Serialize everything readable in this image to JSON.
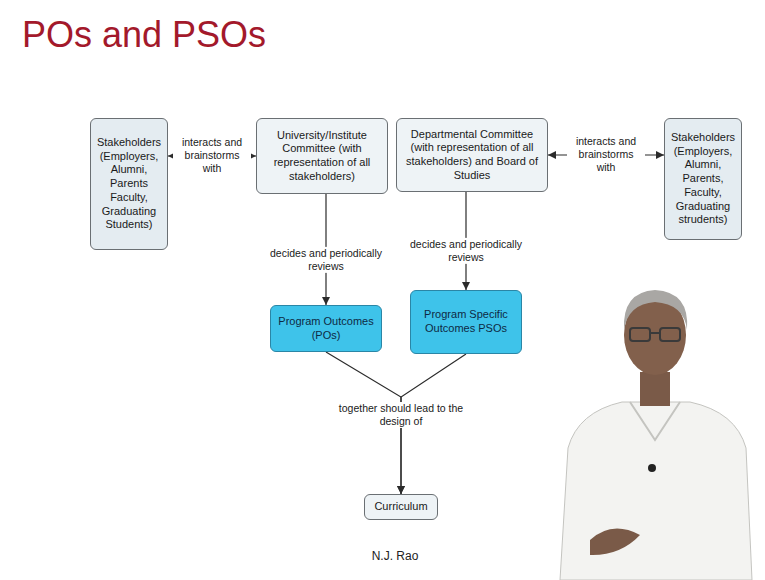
{
  "diagram": {
    "title": "POs and PSOs",
    "nodes": [
      {
        "text": [
          "Stakeholders (Employers, Alumni, Parents Faculty, Graduating Students)"
        ]
      },
      {
        "text": [
          "University/Institute Committee (with representation of all stakeholders)"
        ]
      },
      {
        "text": [
          "Departmental Committee (with representation of all stakeholders) and Board of Studies"
        ]
      },
      {
        "text": [
          "Stakeholders (Employers, Alumni, Parents, Faculty, Graduating strudents)"
        ]
      },
      {
        "text": [
          "Program Outcomes (POs)"
        ]
      },
      {
        "text": [
          "Program Specific Outcomes PSOs"
        ]
      },
      {
        "text": [
          "Curriculum"
        ]
      }
    ],
    "edges": [
      {
        "from": 0,
        "to": 1,
        "arrow": "both",
        "label": "interacts and brainstorms with"
      },
      {
        "from": 1,
        "to": 4,
        "arrow": "to",
        "label": "decides and periodically reviews"
      },
      {
        "from": 2,
        "to": 5,
        "arrow": "to",
        "label": "decides and periodically reviews"
      },
      {
        "from": 2,
        "to": 3,
        "arrow": "both",
        "label": "interacts and brainstorms with"
      },
      {
        "from": 4,
        "to": 6,
        "arrow": "to",
        "label": "together should lead to the design of"
      },
      {
        "from": 5,
        "to": 6,
        "arrow": "to"
      }
    ],
    "labels": [
      "N.J. Rao"
    ]
  }
}
